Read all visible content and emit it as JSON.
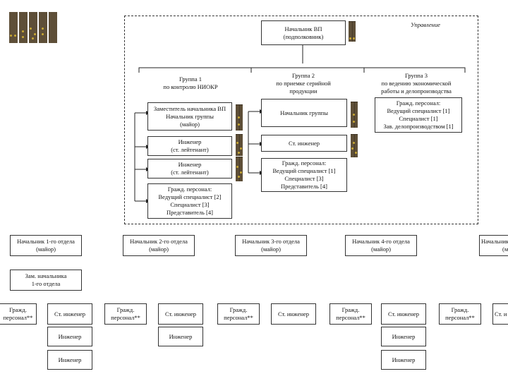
{
  "management_label": "Управление",
  "head": [
    "Начальник ВП",
    "(подполковник)"
  ],
  "groups": [
    {
      "title": [
        "Группа 1",
        "по контролю НИОКР"
      ]
    },
    {
      "title": [
        "Группа 2",
        "по приемке серийной",
        "продукции"
      ]
    },
    {
      "title": [
        "Группа 3",
        "по ведению экономической",
        "работы и делопроизводства"
      ]
    }
  ],
  "group1_boxes": [
    [
      "Заместитель начальника ВП",
      "Начальник группы",
      "(майор)"
    ],
    [
      "Инженер",
      "(ст. лейтенант)"
    ],
    [
      "Инженер",
      "(ст. лейтенант)"
    ],
    [
      "Гражд. персонал:",
      "Ведущий специалист [2]",
      "Специалист [3]",
      "Представитель [4]"
    ]
  ],
  "group2_boxes": [
    [
      "Начальник группы"
    ],
    [
      "Ст. инженер"
    ],
    [
      "Гражд. персонал:",
      "Ведущий специалист [1]",
      "Специалист [3]",
      "Представитель [4]"
    ]
  ],
  "group3_boxes": [
    [
      "Гражд. персонал:",
      "Ведущий специалист [1]",
      "Специалист [1]",
      "Зав. делопроизводством [1]"
    ]
  ],
  "departments": [
    [
      "Начальник 1-го отдела",
      "(майор)"
    ],
    [
      "Начальник 2-го отдела",
      "(майор)"
    ],
    [
      "Начальник 3-го отдела",
      "(майор)"
    ],
    [
      "Начальник 4-го отдела",
      "(майор)"
    ],
    [
      "Начальник",
      "(м"
    ]
  ],
  "deputy": [
    "Зам. начальника",
    "1-го отдела"
  ],
  "bottom": {
    "civil": [
      "Гражд.",
      "персонал**"
    ],
    "senior_engineer": [
      "Ст. инженер"
    ],
    "senior_engineer_cut": [
      "Ст. и"
    ],
    "engineer": [
      "Инженер"
    ]
  }
}
